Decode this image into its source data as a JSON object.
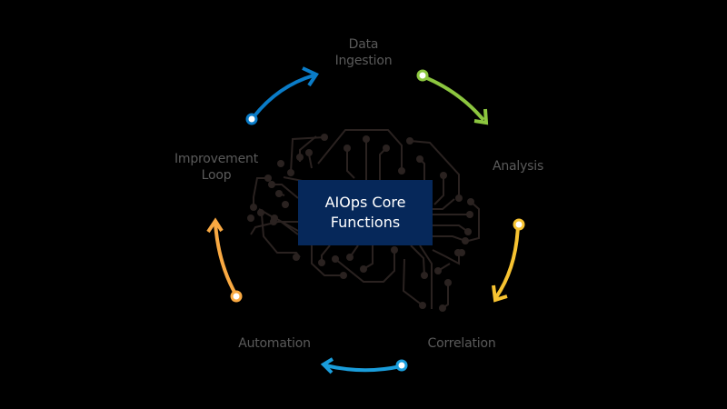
{
  "core": {
    "line1": "AIOps Core",
    "line2": "Functions",
    "bg_color": "#06285a"
  },
  "stages": [
    {
      "id": "data-ingestion",
      "line1": "Data",
      "line2": "Ingestion"
    },
    {
      "id": "analysis",
      "line1": "Analysis",
      "line2": ""
    },
    {
      "id": "correlation",
      "line1": "Correlation",
      "line2": ""
    },
    {
      "id": "automation",
      "line1": "Automation",
      "line2": ""
    },
    {
      "id": "improvement-loop",
      "line1": "Improvement",
      "line2": "Loop"
    }
  ],
  "arrows": [
    {
      "from": "improvement-loop",
      "to": "data-ingestion",
      "color": "#0a7cc8"
    },
    {
      "from": "data-ingestion",
      "to": "analysis",
      "color": "#8cc63f"
    },
    {
      "from": "analysis",
      "to": "correlation",
      "color": "#f7c331"
    },
    {
      "from": "correlation",
      "to": "automation",
      "color": "#1a9ddb"
    },
    {
      "from": "automation",
      "to": "improvement-loop",
      "color": "#f9a942"
    }
  ],
  "icons": {
    "center": "brain-circuit-icon"
  }
}
